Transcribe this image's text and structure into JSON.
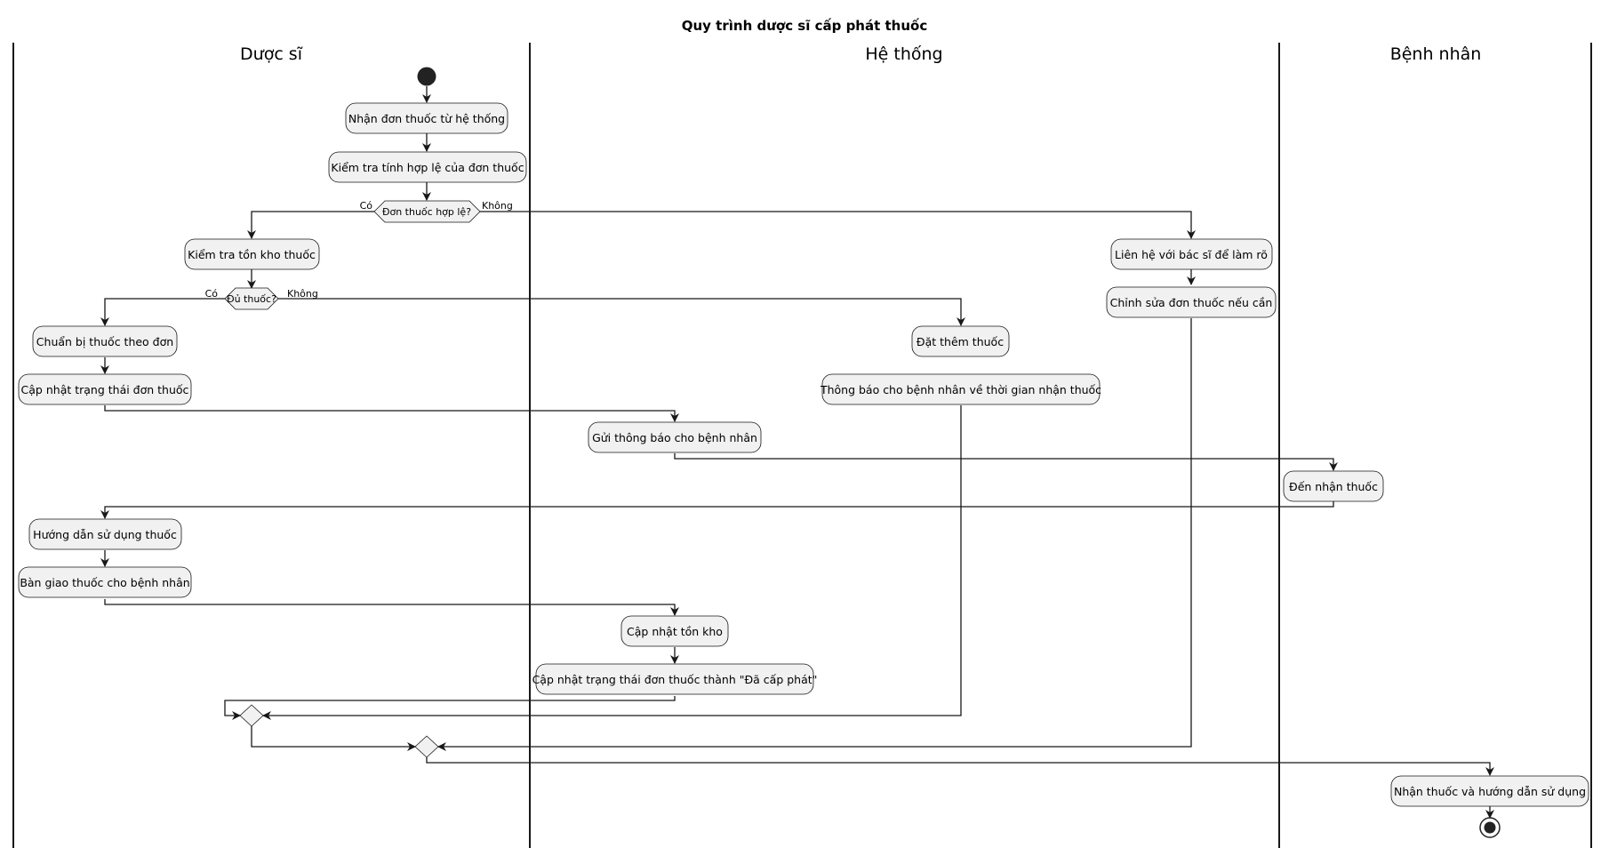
{
  "title": "Quy trình dược sĩ cấp phát thuốc",
  "lanes": [
    "Dược sĩ",
    "Hệ thống",
    "Bệnh nhân"
  ],
  "actions": {
    "receive_order": "Nhận đơn thuốc từ hệ thống",
    "check_validity": "Kiểm tra tính hợp lệ của đơn thuốc",
    "check_stock": "Kiểm tra tồn kho thuốc",
    "prepare_medicine": "Chuẩn bị thuốc theo đơn",
    "update_status": "Cập nhật trạng thái đơn thuốc",
    "send_notification": "Gửi thông báo cho bệnh nhân",
    "come_pickup": "Đến nhận thuốc",
    "usage_guide": "Hướng dẫn sử dụng thuốc",
    "handover": "Bàn giao thuốc cho bệnh nhân",
    "update_inventory": "Cập nhật tồn kho",
    "update_dispensed": "Cập nhật trạng thái đơn thuốc thành \"Đã cấp phát\"",
    "order_more": "Đặt thêm thuốc",
    "notify_time": "Thông báo cho bệnh nhân về thời gian nhận thuốc",
    "contact_doctor": "Liên hệ với bác sĩ để làm rõ",
    "edit_order": "Chỉnh sửa đơn thuốc nếu cần",
    "receive_and_guide": "Nhận thuốc và hướng dẫn sử dụng"
  },
  "decisions": {
    "valid": {
      "label": "Đơn thuốc hợp lệ?",
      "yes": "Có",
      "no": "Không"
    },
    "enough": {
      "label": "Đủ thuốc?",
      "yes": "Có",
      "no": "Không"
    }
  }
}
